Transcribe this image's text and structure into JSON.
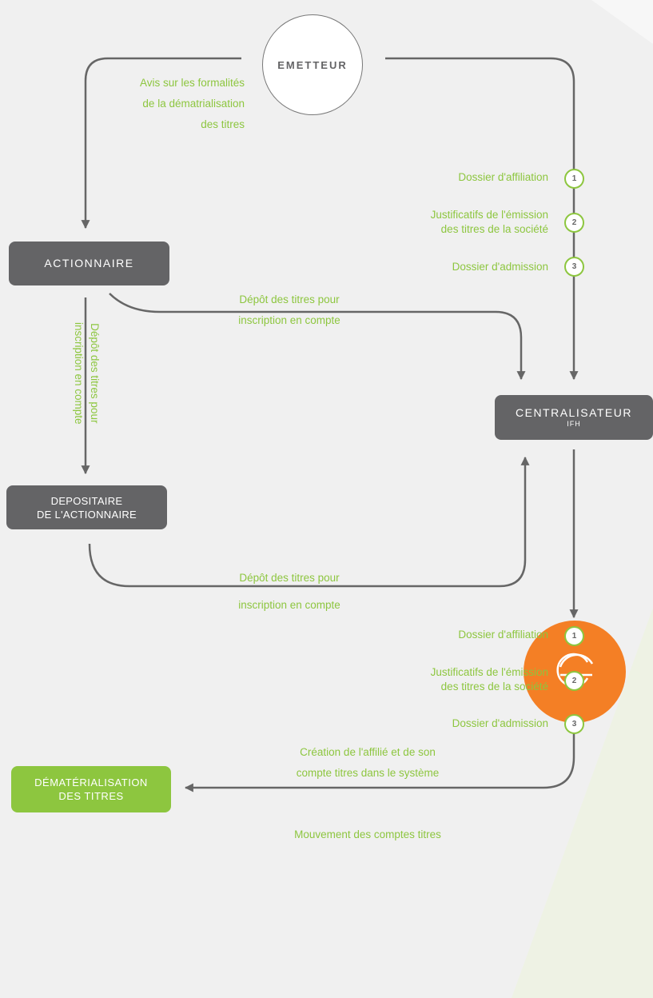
{
  "emitter": {
    "label": "EMETTEUR"
  },
  "nodes": {
    "actionnaire": {
      "label": "ACTIONNAIRE"
    },
    "centralisateur": {
      "label": "CENTRALISATEUR",
      "sublabel": "IFH"
    },
    "depositaire": {
      "line1": "DEPOSITAIRE",
      "line2": "DE L'ACTIONNAIRE"
    },
    "dematerialisation": {
      "line1": "DÉMATÉRIALISATION",
      "line2": "DES TITRES"
    }
  },
  "labels": {
    "avis": [
      "Avis sur les formalités",
      "de la dématrialisation",
      "des titres"
    ],
    "depot_horizontal": [
      "Dépôt des titres pour",
      "inscription en compte"
    ],
    "depot_vertical": [
      "Dépôt des titres pour",
      "inscription en compte"
    ],
    "depot_bottom": [
      "Dépôt des titres pour",
      "inscription en compte"
    ],
    "creation": [
      "Création de l'affilié et de son",
      "compte titres dans le système"
    ],
    "mouvement": "Mouvement des comptes titres"
  },
  "steps_top": [
    {
      "number": "1",
      "text": [
        "Dossier d'affiliation"
      ]
    },
    {
      "number": "2",
      "text": [
        "Justificatifs de l'émission",
        "des titres de la société"
      ]
    },
    {
      "number": "3",
      "text": [
        "Dossier d'admission"
      ]
    }
  ],
  "steps_bottom": [
    {
      "number": "1",
      "text": [
        "Dossier d'affiliation"
      ]
    },
    {
      "number": "2",
      "text": [
        "Justificatifs de l'émission",
        "des titres de la société"
      ]
    },
    {
      "number": "3",
      "text": [
        "Dossier d'admission"
      ]
    }
  ],
  "colors": {
    "background": "#f0f0f0",
    "node": "#646466",
    "accent_green": "#8dc63f",
    "logo_orange": "#f47f25",
    "line": "#666666"
  }
}
